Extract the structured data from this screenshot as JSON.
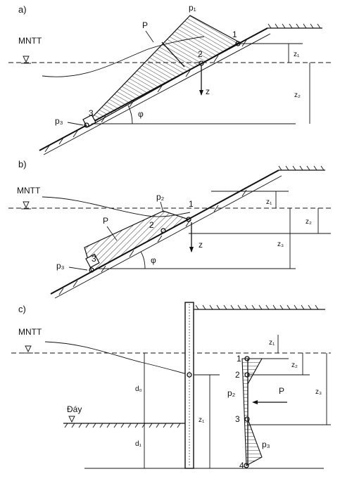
{
  "panels": [
    {
      "label": "a)",
      "water_level": "MNTT",
      "pressure_label": "P",
      "points": [
        "1",
        "2",
        "3"
      ],
      "p_top": "p₁",
      "p_bottom": "p₃",
      "axis_z": "z",
      "angle": "φ",
      "dims": [
        "z₁",
        "z₂"
      ]
    },
    {
      "label": "b)",
      "water_level": "MNTT",
      "pressure_label": "P",
      "points": [
        "1",
        "2",
        "3"
      ],
      "p_top": "p₂",
      "p_bottom": "p₃",
      "axis_z": "z",
      "angle": "φ",
      "dims": [
        "z₁",
        "z₂",
        "z₃"
      ]
    },
    {
      "label": "c)",
      "water_level": "MNTT",
      "bottom_label": "Đáy",
      "pressure_label": "P",
      "points": [
        "1",
        "2",
        "3",
        "4"
      ],
      "p_mid": "p₂",
      "p_bottom": "p₃",
      "depths": [
        "d₀",
        "d₁"
      ],
      "dims": [
        "z₁",
        "z₂",
        "z₃",
        "z₁"
      ]
    }
  ]
}
